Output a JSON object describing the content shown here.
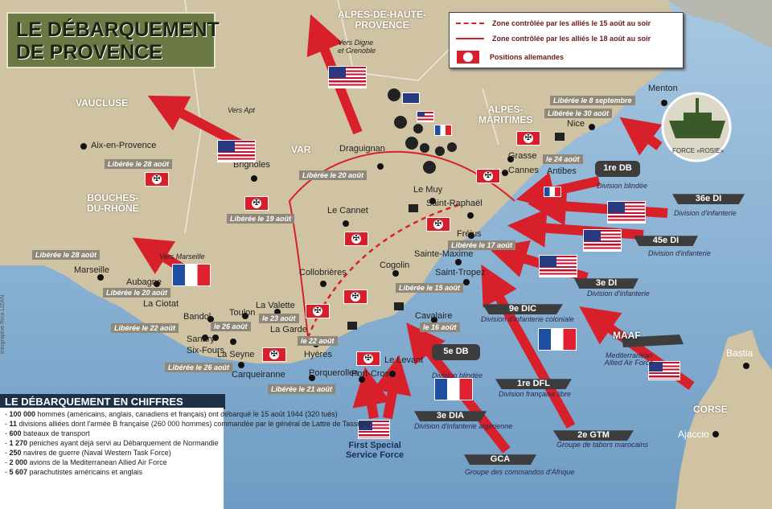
{
  "title": {
    "line1": "LE DÉBARQUEMENT",
    "line2": "DE PROVENCE"
  },
  "legend": {
    "dashed": "Zone contrôlée par les alliés le 15 août au soir",
    "solid": "Zone contrôlée par les alliés le 18 août au soir",
    "german": "Positions allemandes"
  },
  "regions": {
    "vaucluse": "VAUCLUSE",
    "bdr1": "BOUCHES-",
    "bdr2": "DU-RHÔNE",
    "var": "VAR",
    "ahp1": "ALPES-DE-HAUTE-",
    "ahp2": "PROVENCE",
    "am1": "ALPES-",
    "am2": "MARITIMES",
    "corse": "CORSE"
  },
  "cities": {
    "aix": "Aix-en-Provence",
    "marseille": "Marseille",
    "aubagne": "Aubagne",
    "ciotat": "La Ciotat",
    "bandol": "Bandol",
    "toulon": "Toulon",
    "sanary": "Sanary",
    "sixfours": "Six-Fours",
    "seyne": "La Seyne",
    "valette": "La Valette",
    "garde": "La Garde",
    "hyeres": "Hyères",
    "carqueiranne": "Carqueiranne",
    "porquerolles": "Porquerolles",
    "portcros": "Port-Cros",
    "levant": "Le Levant",
    "brignoles": "Brignoles",
    "cannet": "Le Cannet",
    "collobrieres": "Collobrières",
    "draguignan": "Draguignan",
    "muy": "Le Muy",
    "raphael": "Saint-Raphaël",
    "frejus": "Fréjus",
    "maxime": "Sainte-Maxime",
    "cogolin": "Cogolin",
    "tropez": "Saint-Tropez",
    "cavalaire": "Cavalaire",
    "grasse": "Grasse",
    "cannes": "Cannes",
    "antibes": "Antibes",
    "nice": "Nice",
    "menton": "Menton",
    "bastia": "Bastia",
    "ajaccio": "Ajaccio"
  },
  "liberations": {
    "aix": "Libérée le 28 août",
    "marseille": "Libérée le 28 août",
    "aubagne": "Libérée le 20 août",
    "ciotat": "Libérée le 22 août",
    "sanary": "Libérée le 26 août",
    "toulon": "le 26 août",
    "valette": "le 23 août",
    "hyeres": "le 22 août",
    "carqueiranne": "Libérée le 21 août",
    "draguignan": "Libérée le 20 août",
    "brignoles": "Libérée le 19 août",
    "maxime": "Libérée le 15 août",
    "frejus": "Libérée le 17 août",
    "cavalaire": "le 16 août",
    "menton": "Libérée le 8 septembre",
    "nice": "Libérée le 30 août",
    "cannes": "le 24 août"
  },
  "directions": {
    "digne1": "Vers Digne",
    "digne2": "et Grenoble",
    "apt": "Vers Apt",
    "marseille": "Vers Marseille"
  },
  "units": [
    {
      "name": "1re DB",
      "desc": "Division blindée"
    },
    {
      "name": "36e DI",
      "desc": "Division d'infanterie"
    },
    {
      "name": "45e DI",
      "desc": "Division d'infanterie"
    },
    {
      "name": "3e DI",
      "desc": "Division d'infanterie"
    },
    {
      "name": "9e DIC",
      "desc": "Division d'infanterie coloniale"
    },
    {
      "name": "MAAF",
      "desc": "Mediterranean Allied Air Force"
    },
    {
      "name": "5e DB",
      "desc": "Division blindée"
    },
    {
      "name": "1re DFL",
      "desc": "Division française libre"
    },
    {
      "name": "3e DIA",
      "desc": "Division d'infanterie algérienne"
    },
    {
      "name": "2e GTM",
      "desc": "Groupe de tabors marocains"
    },
    {
      "name": "GCA",
      "desc": "Groupe des commandos d'Afrique"
    }
  ],
  "rosie": "FORCE «ROSIE»",
  "fssf": {
    "line1": "First Special",
    "line2": "Service Force"
  },
  "chiffres": {
    "title": "LE DÉBARQUEMENT EN CHIFFRES",
    "items": [
      {
        "n": "100 000",
        "t": " hommes (américains, anglais, canadiens et français) ont débarqué le 15 août 1944 (320 tués)"
      },
      {
        "n": "11",
        "t": " divisions alliées dont l'armée B française (260 000 hommes) commandée par le général de Lattre de Tassigny"
      },
      {
        "n": "600",
        "t": " bateaux de transport"
      },
      {
        "n": "1 270",
        "t": " péniches ayant déjà servi au Débarquement de Normandie"
      },
      {
        "n": "250",
        "t": " navires de guerre (Naval Western Task Force)"
      },
      {
        "n": "2 000",
        "t": " avions de la Mediterranean Allied Air Force"
      },
      {
        "n": "5 607",
        "t": " parachutistes américains et anglais"
      }
    ]
  },
  "credit": "Infographie Rina LIZAN",
  "colors": {
    "land": "#cfc3a4",
    "sea": "#8fb6d6",
    "arrow": "#d8202a",
    "title_bg": "#6b7a45"
  }
}
